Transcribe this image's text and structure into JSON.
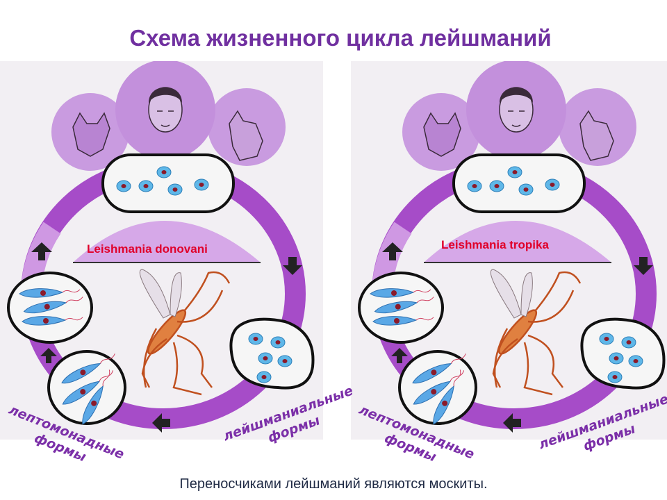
{
  "title": "Схема жизненного цикла лейшманий",
  "panels": [
    {
      "species": "Leishmania donovani",
      "promastigote_label": [
        "лептомонадные",
        "формы"
      ],
      "amastigote_label": [
        "лейшманиальные",
        "формы"
      ]
    },
    {
      "species": "Leishmania tropika",
      "promastigote_label": [
        "лептомонадные",
        "формы"
      ],
      "amastigote_label": [
        "лейшманиальные",
        "формы"
      ]
    }
  ],
  "footer": "Переносчиками лейшманий являются москиты.",
  "colors": {
    "title": "#7030a0",
    "ring": "#a64cc8",
    "species": "#e0002a",
    "footer": "#1f2a44"
  }
}
